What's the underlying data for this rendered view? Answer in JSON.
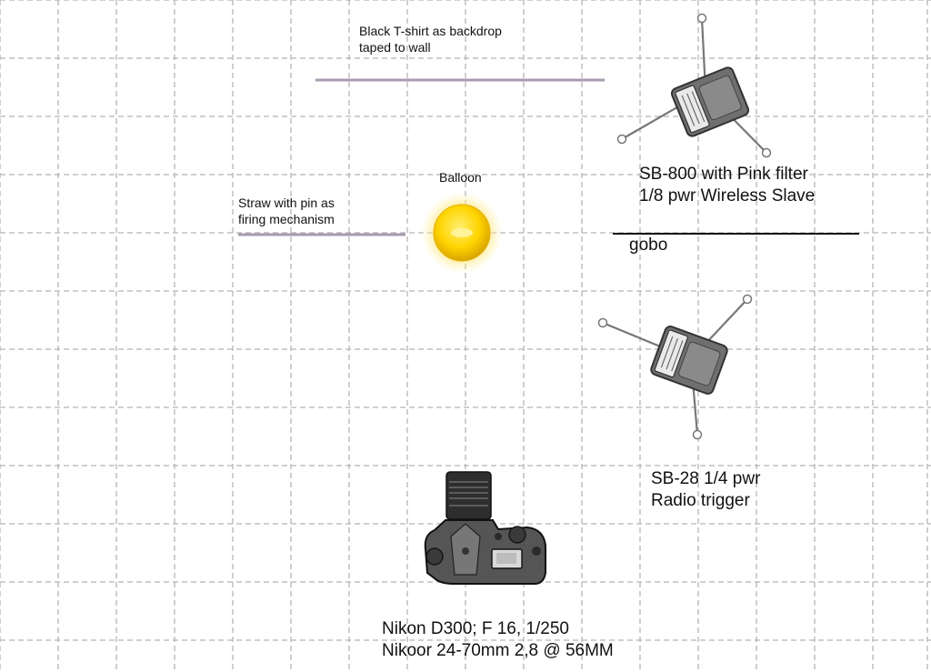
{
  "labels": {
    "backdrop": [
      "Black T-shirt as backdrop",
      "taped to wall"
    ],
    "balloon": "Balloon",
    "straw": [
      "Straw with pin as",
      "firing mechanism"
    ],
    "sb800": [
      "SB-800 with Pink filter",
      "1/8 pwr Wireless Slave"
    ],
    "gobo": "gobo",
    "sb28": [
      "SB-28 1/4 pwr",
      "Radio trigger"
    ],
    "camera": [
      "Nikon D300; F 16, 1/250",
      "Nikoor 24-70mm 2,8 @ 56MM"
    ]
  },
  "icons": {
    "flash_top": "flash-on-tripod-icon",
    "flash_bottom": "flash-on-tripod-icon",
    "balloon": "balloon-icon",
    "camera": "camera-icon"
  },
  "colors": {
    "grid": "#b5b5b5",
    "backdrop_line": "#a99bb0",
    "gobo_line": "#111111",
    "balloon": "#f5d000",
    "flash_body": "#6f6f6f"
  }
}
